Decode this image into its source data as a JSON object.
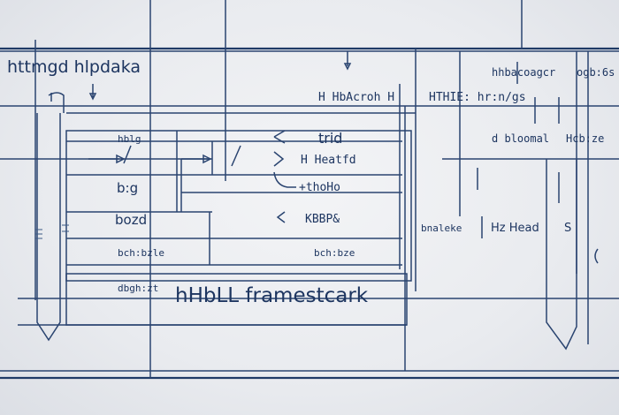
{
  "labels": {
    "top_left": "httmgd hlpdaka",
    "html_header": "H HbAcroh H",
    "html_title": "HTHIE: hr:n/gs",
    "top_right_a": "hhbacoagcr",
    "top_right_b": "ogb:6s",
    "right_mid_a": "d bloomal",
    "right_mid_b": "Hcb:ze",
    "tr_label": "trid",
    "head_label": "H Heatfd",
    "thoh_label": "+thoHo",
    "left_a": "hblg",
    "left_b": "b:g",
    "left_c": "bozd",
    "kbbp_label": "KBBP&",
    "left_d": "bch:bzle",
    "mid_d": "bch:bze",
    "right_low_a": "bnaleke",
    "right_low_b": "Hz Head",
    "right_low_c": "S",
    "bottom_small": "dbgh:zt",
    "bottom_title": "hHbLL framestcark"
  },
  "colors": {
    "line": "#2a4470",
    "text": "#1d3560",
    "background": "#e9ebef"
  }
}
